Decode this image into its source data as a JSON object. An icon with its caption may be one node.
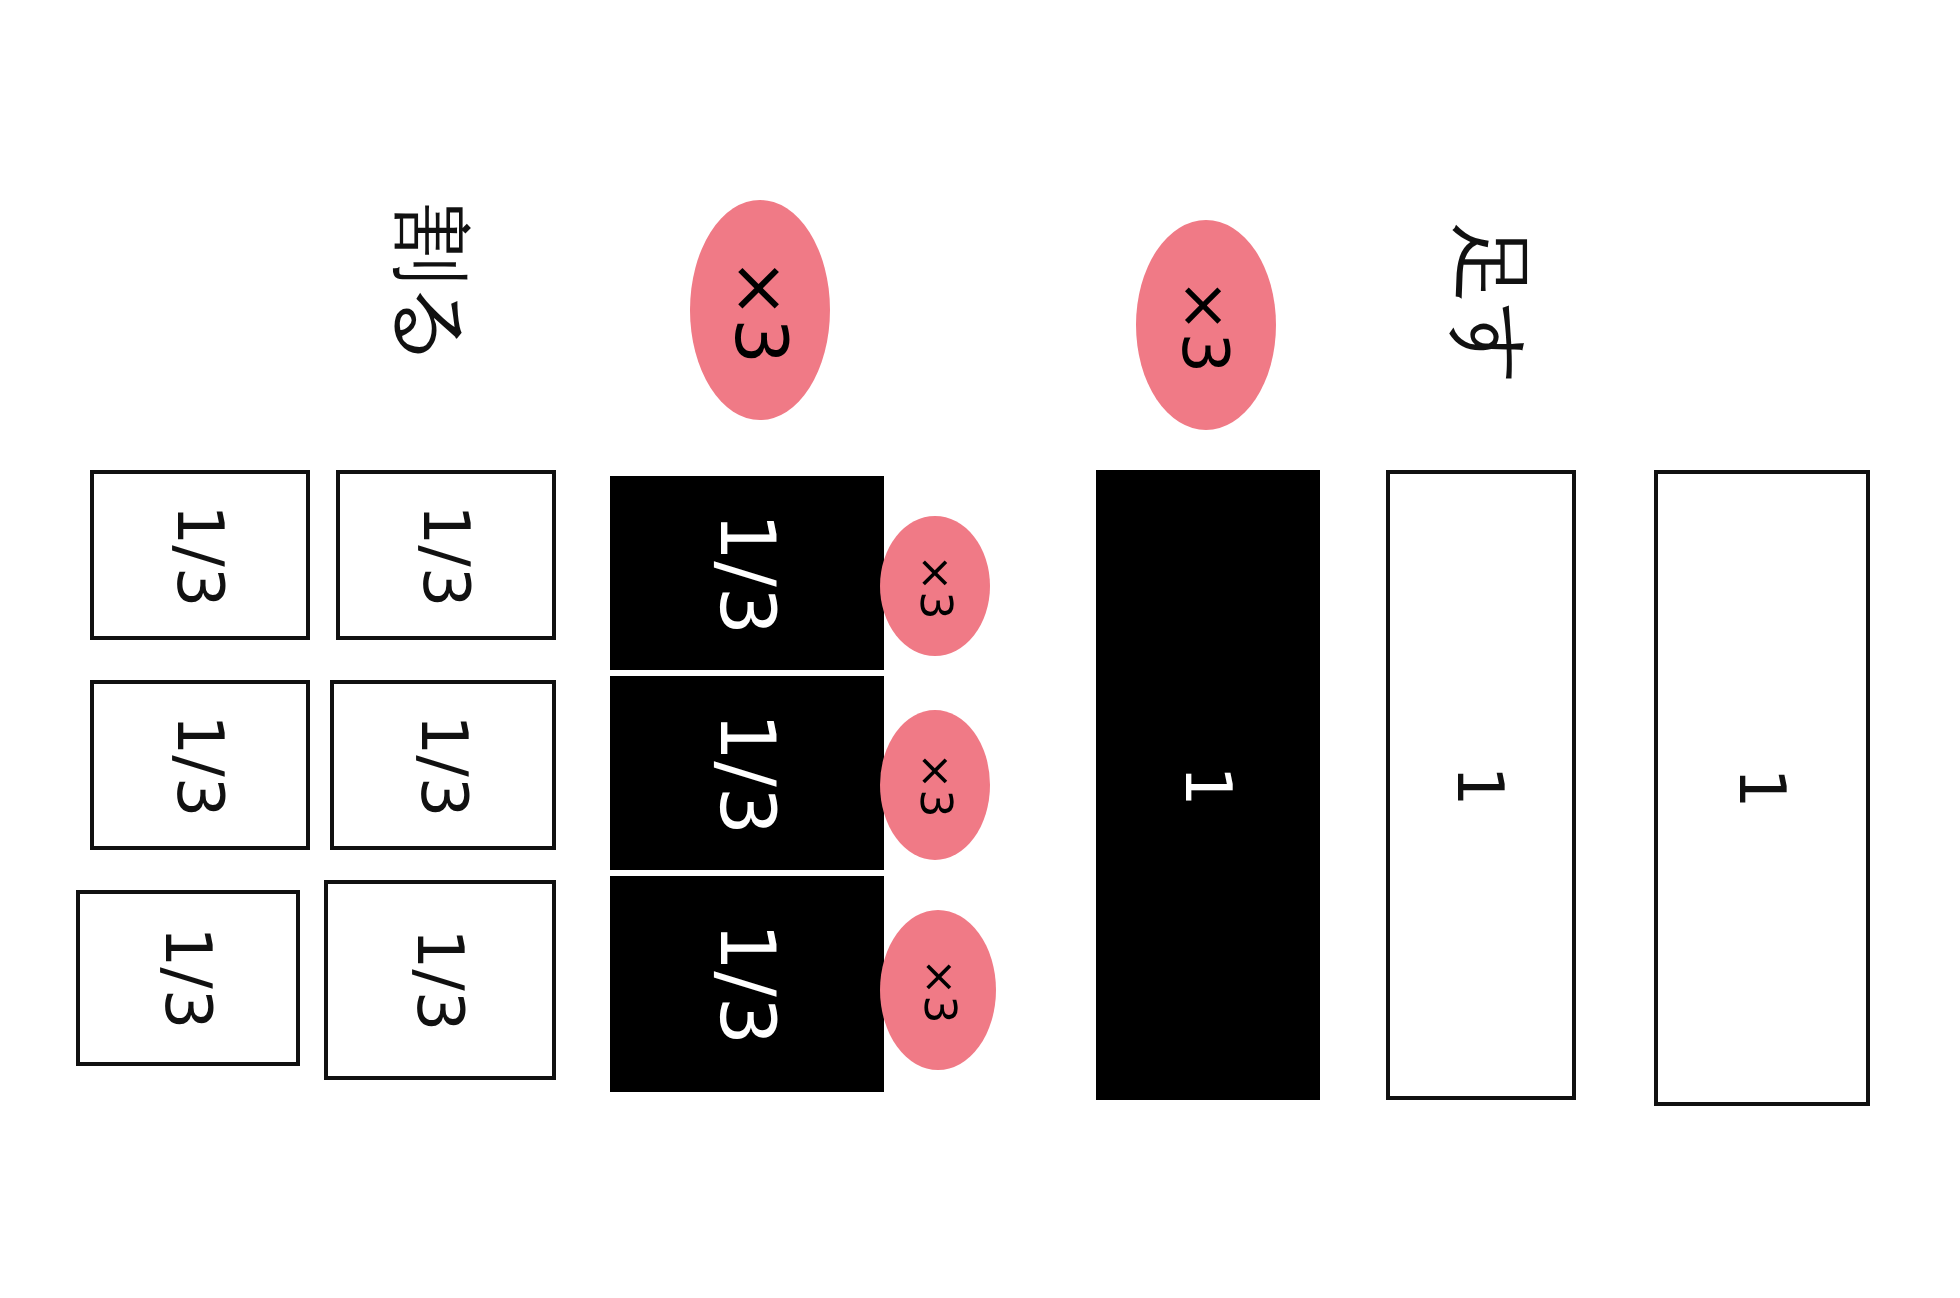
{
  "diagram": {
    "nodes": [
      {
        "text": [
          "×3"
        ]
      },
      {
        "text": [
          "×3"
        ]
      },
      {
        "text": [
          "1/3"
        ]
      },
      {
        "text": [
          "1/3"
        ]
      },
      {
        "text": [
          "1/3"
        ]
      },
      {
        "text": [
          "×3"
        ]
      },
      {
        "text": [
          "1/3"
        ]
      },
      {
        "text": [
          "1/3"
        ]
      },
      {
        "text": [
          "1/3"
        ]
      },
      {
        "text": [
          "×3"
        ]
      },
      {
        "text": [
          "1/3"
        ]
      },
      {
        "text": [
          "1/3"
        ]
      },
      {
        "text": [
          "1/3"
        ]
      },
      {
        "text": [
          "×3"
        ]
      },
      {
        "text": [
          "1"
        ]
      },
      {
        "text": [
          "1"
        ]
      },
      {
        "text": [
          "1"
        ]
      }
    ],
    "edges": [],
    "labels": [
      "割る",
      "足す"
    ]
  }
}
